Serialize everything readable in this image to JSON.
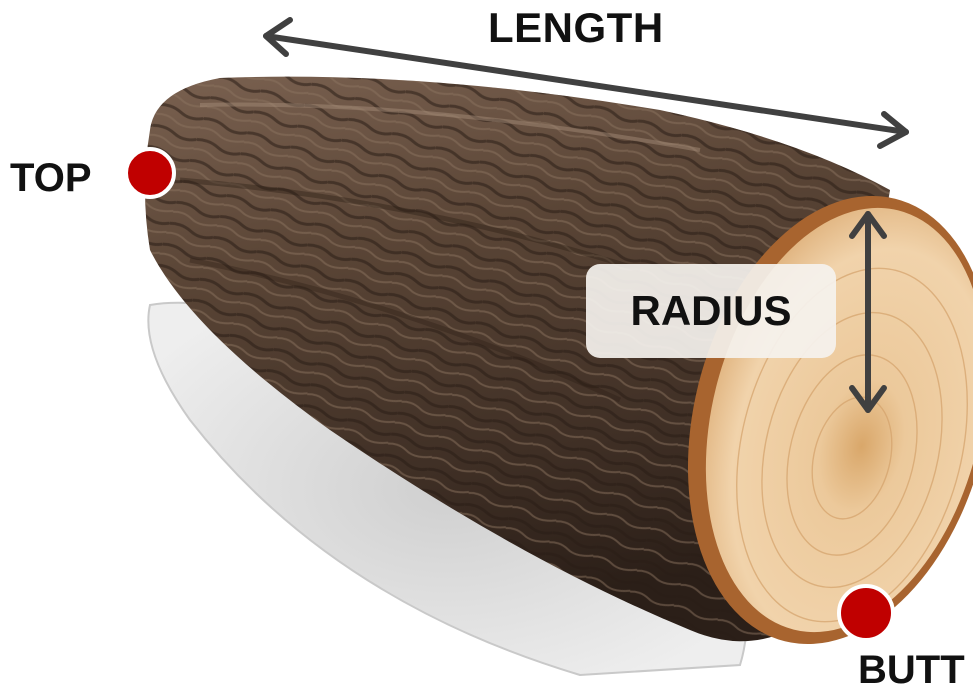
{
  "labels": {
    "length": "LENGTH",
    "top": "TOP",
    "radius": "RADIUS",
    "butt": "BUTT"
  },
  "colors": {
    "marker": "#c00000",
    "arrow": "#404040",
    "bark_dark": "#3a2a20",
    "bark_mid": "#6b5443",
    "wood_face": "#e9c08f",
    "wood_edge": "#b9763f"
  },
  "icons": {
    "length_arrow": "double-headed-arrow",
    "radius_arrow": "double-headed-arrow",
    "top_marker": "red-circle-marker",
    "butt_marker": "red-circle-marker"
  }
}
